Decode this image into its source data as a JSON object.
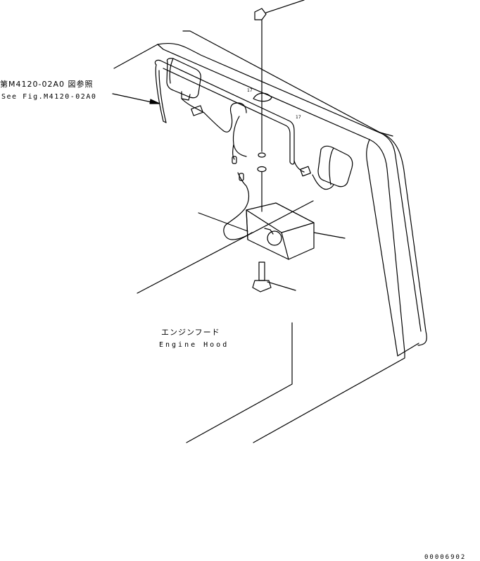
{
  "reference": {
    "jp": "第M4120-02A0 図参照",
    "en": "See Fig.M4120-02A0"
  },
  "part_label": {
    "jp": "エンジンフード",
    "en": "Engine Hood"
  },
  "drawing_number": "00006902",
  "colors": {
    "line": "#000000",
    "background": "#ffffff"
  }
}
